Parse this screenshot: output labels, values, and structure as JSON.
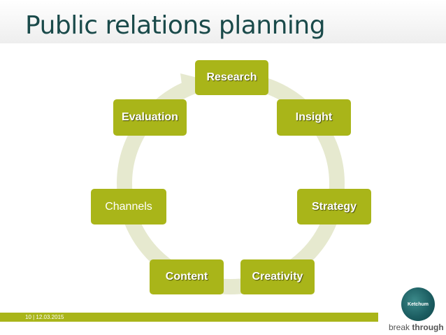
{
  "slide": {
    "title": "Public relations planning",
    "footer": "10 | 12.03.2015"
  },
  "cycle": {
    "steps": [
      {
        "label": "Research"
      },
      {
        "label": "Insight"
      },
      {
        "label": "Strategy"
      },
      {
        "label": "Creativity"
      },
      {
        "label": "Content"
      },
      {
        "label": "Channels"
      },
      {
        "label": "Evaluation"
      }
    ]
  },
  "branding": {
    "logo_text": "Ketchum",
    "tagline_light": "break",
    "tagline_bold": "through"
  },
  "colors": {
    "box_green": "#a9b519",
    "ring": "#e6e9cf",
    "title": "#1a4a4a",
    "logo": "#1d5f63"
  }
}
